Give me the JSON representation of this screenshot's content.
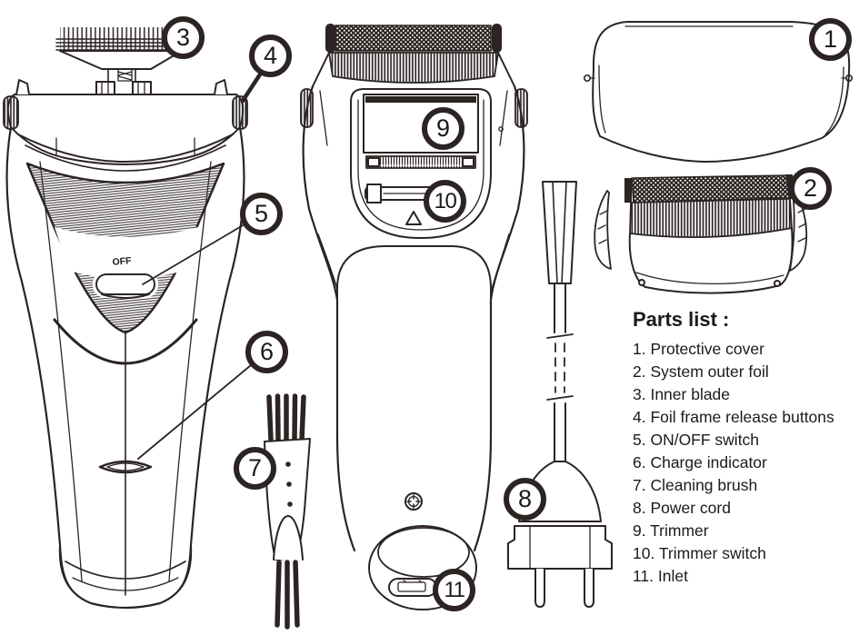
{
  "callouts": [
    "1",
    "2",
    "3",
    "4",
    "5",
    "6",
    "7",
    "8",
    "9",
    "10",
    "11"
  ],
  "labels": {
    "power_switch": "OFF"
  },
  "parts_list": {
    "title": "Parts list :",
    "items": [
      "1. Protective cover",
      "2. System outer foil",
      "3. Inner blade",
      "4. Foil frame release buttons",
      "5. ON/OFF switch",
      "6. Charge indicator",
      "7. Cleaning brush",
      "8. Power cord",
      "9. Trimmer",
      "10. Trimmer switch",
      "11. Inlet"
    ]
  },
  "colors": {
    "ink": "#2b2423",
    "text": "#1d1a19",
    "background": "#ffffff"
  }
}
